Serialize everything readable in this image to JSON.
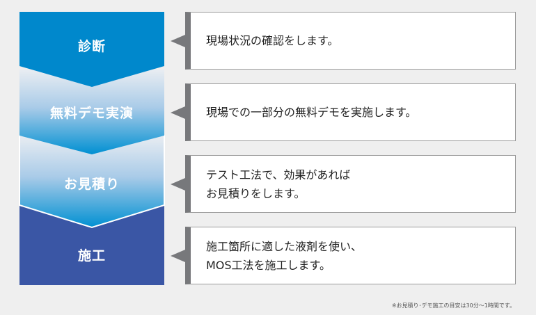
{
  "steps": [
    {
      "label": "診断",
      "description": "現場状況の確認をします。"
    },
    {
      "label": "無料デモ実演",
      "description": "現場での一部分の無料デモを実施します。"
    },
    {
      "label": "お見積り",
      "description": "テスト工法で、効果があれば\nお見積りをします。"
    },
    {
      "label": "施工",
      "description": "施工箇所に適した液剤を使い、\nMOS工法を施工します。"
    }
  ],
  "footnote": "※お見積り･デモ施工の目安は30分～1時間です。",
  "colors": {
    "step1": "#0088cc",
    "gradient_top": "#e9edf2",
    "gradient_bottom": "#0090d2",
    "step4": "#3a56a5",
    "pointer": "#77787b"
  }
}
